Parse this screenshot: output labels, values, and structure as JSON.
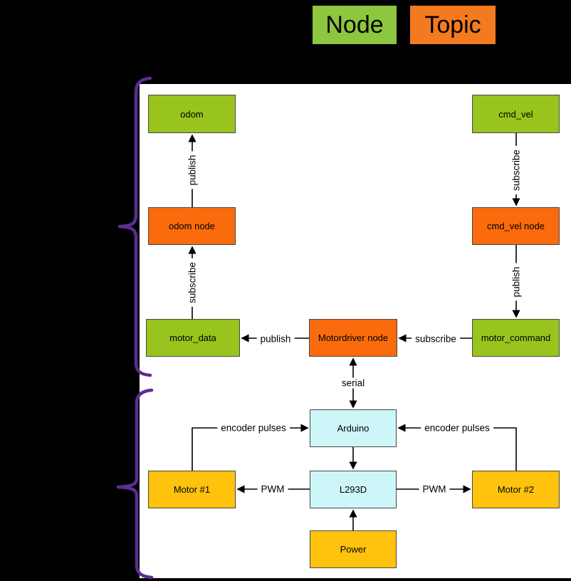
{
  "colors": {
    "bg": "#000000",
    "panel": "#ffffff",
    "node_green": "#8dc63f",
    "topic_orange": "#f47a20",
    "box_green": "#99c41d",
    "box_orange": "#f96b0d",
    "hw_cyan": "#cdf6f8",
    "hw_yellow": "#ffc30e",
    "brace_purple": "#5b2e91",
    "line": "#000000"
  },
  "legend": {
    "node_label": "Node",
    "topic_label": "Topic"
  },
  "boxes": {
    "odom": "odom",
    "cmd_vel": "cmd_vel",
    "odom_node": "odom node",
    "cmd_vel_node": "cmd_vel node",
    "motor_data": "motor_data",
    "motordriver_node": "Motordriver node",
    "motor_command": "motor_command",
    "arduino": "Arduino",
    "l293d": "L293D",
    "motor_1": "Motor #1",
    "motor_2": "Motor #2",
    "power": "Power"
  },
  "edge_labels": {
    "odom_publish": "publish",
    "odom_subscribe": "subscribe",
    "cmd_vel_subscribe": "subscribe",
    "cmd_vel_publish": "publish",
    "motordriver_publish": "publish",
    "motordriver_subscribe": "subscribe",
    "serial": "serial",
    "encoder_left": "encoder pulses",
    "encoder_right": "encoder pulses",
    "pwm_left": "PWM",
    "pwm_right": "PWM"
  }
}
